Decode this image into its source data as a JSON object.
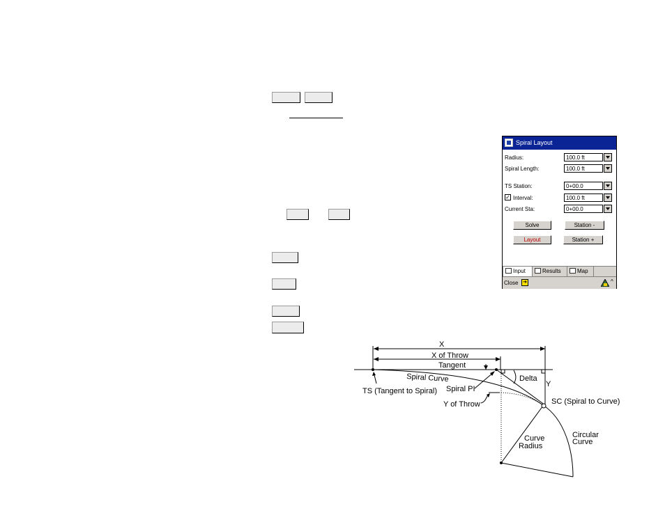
{
  "window": {
    "title": "Spiral Layout"
  },
  "form": {
    "radius": {
      "label": "Radius:",
      "value": "100.0 ft"
    },
    "spiral_length": {
      "label": "Spiral Length:",
      "value": "100.0 ft"
    },
    "ts_station": {
      "label": "TS Station:",
      "value": "0+00.0"
    },
    "interval": {
      "label": "Interval:",
      "value": "100.0 ft",
      "checked": true,
      "check_mark": "✓"
    },
    "current_sta": {
      "label": "Current Sta:",
      "value": "0+00.0"
    }
  },
  "buttons": {
    "solve": "Solve",
    "station_minus": "Station -",
    "layout": "Layout",
    "station_plus": "Station +"
  },
  "tabs": [
    {
      "label": "Input",
      "active": true
    },
    {
      "label": "Results",
      "active": false
    },
    {
      "label": "Map",
      "active": false
    }
  ],
  "statusbar": {
    "close_label": "Close",
    "caret": "^"
  },
  "icons": {
    "app": "app-icon",
    "dropdown": "chevron-down-icon",
    "input_tab": "form-icon",
    "results_tab": "list-icon",
    "map_tab": "map-icon",
    "close": "arrow-icon",
    "tray": "survey-icon"
  },
  "colors": {
    "titlebar": "#0a2496",
    "layout_button_text": "#c00000",
    "close_icon": "#ffe000"
  },
  "diagram": {
    "labels": {
      "x": "X",
      "x_of_throw": "X of Throw",
      "tangent": "Tangent",
      "spiral_curve": "Spiral Curve",
      "delta": "Delta",
      "y": "Y",
      "ts": "TS (Tangent to Spiral)",
      "spiral_pi": "Spiral PI",
      "y_of_throw": "Y of Throw",
      "sc": "SC (Spiral to Curve)",
      "curve_radius_1": "Curve",
      "curve_radius_2": "Radius",
      "circular_curve_1": "Circular",
      "circular_curve_2": "Curve"
    }
  }
}
